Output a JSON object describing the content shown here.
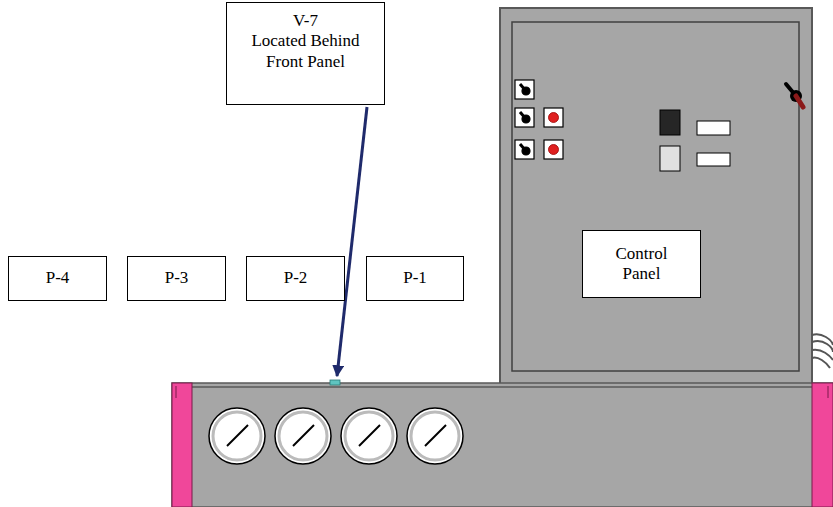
{
  "diagram": {
    "nodes": [
      {
        "text": [
          "V-7",
          "Located Behind Front Panel"
        ]
      },
      {
        "text": [
          "P-4"
        ]
      },
      {
        "text": [
          "P-3"
        ]
      },
      {
        "text": [
          "P-2"
        ]
      },
      {
        "text": [
          "P-1"
        ]
      },
      {
        "text": [
          "Control Panel"
        ]
      }
    ],
    "edges": []
  }
}
